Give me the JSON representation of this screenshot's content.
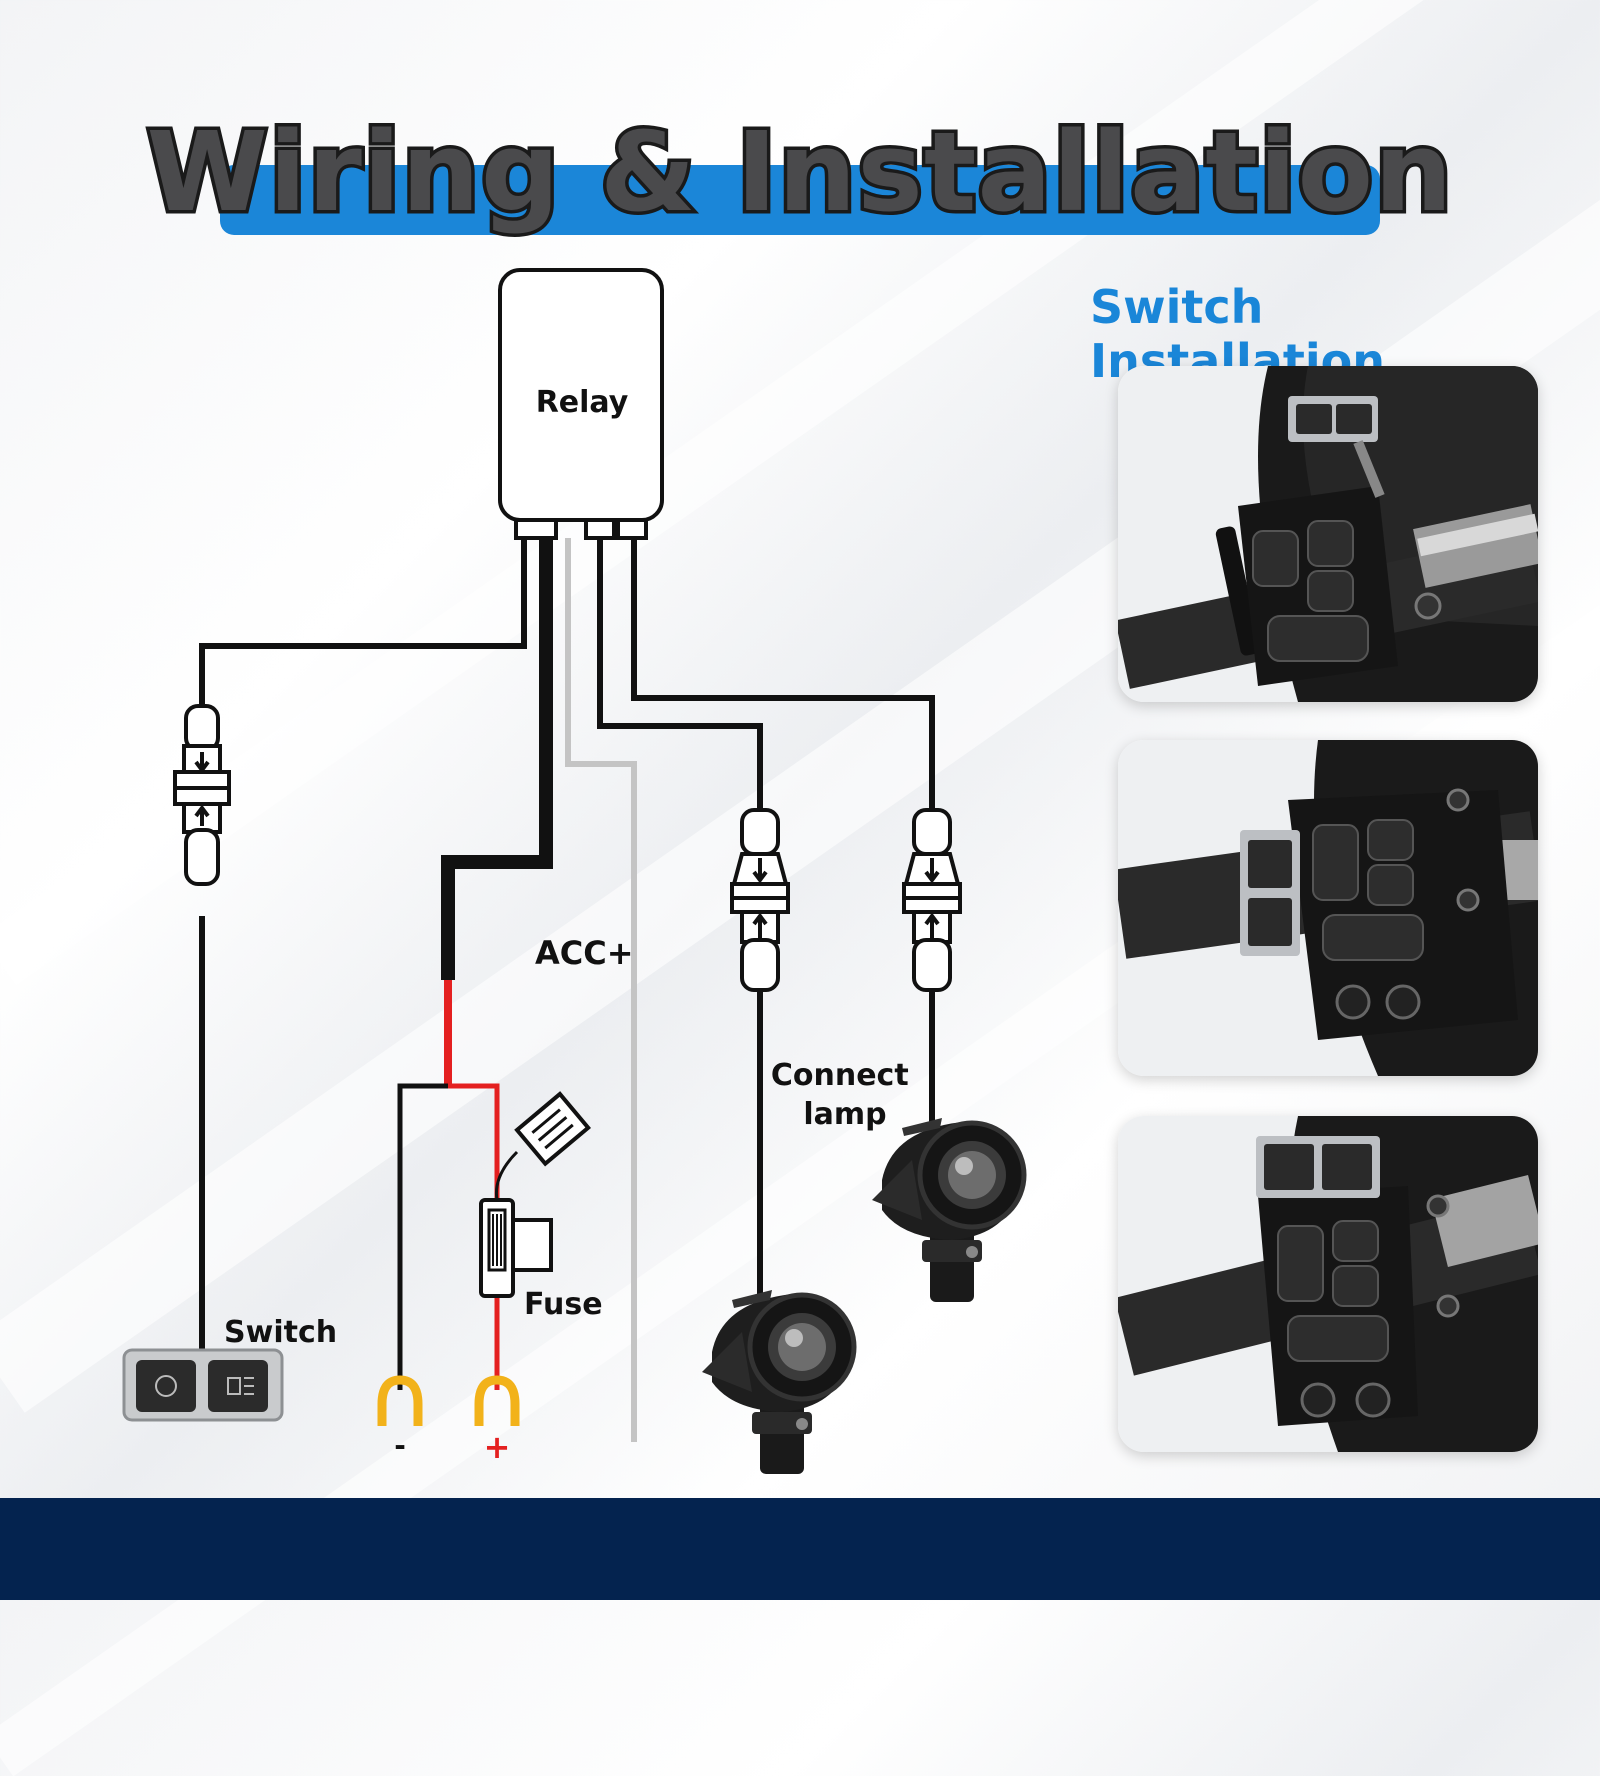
{
  "title": "Wiring & Installation",
  "switch_installation_title": "Switch Installation",
  "diagram": {
    "relay_label": "Relay",
    "acc_label": "ACC+",
    "connect_lamp_label_line1": "Connect",
    "connect_lamp_label_line2": "lamp",
    "fuse_label": "Fuse",
    "switch_label": "Switch",
    "negative_terminal_label": "-",
    "positive_terminal_label": "+"
  },
  "colors": {
    "accent": "#1b86d8",
    "footer": "#04234f",
    "wire_black": "#111111",
    "wire_red": "#e42020",
    "wire_gray": "#c4c4c4",
    "terminal": "#f2b21a"
  }
}
